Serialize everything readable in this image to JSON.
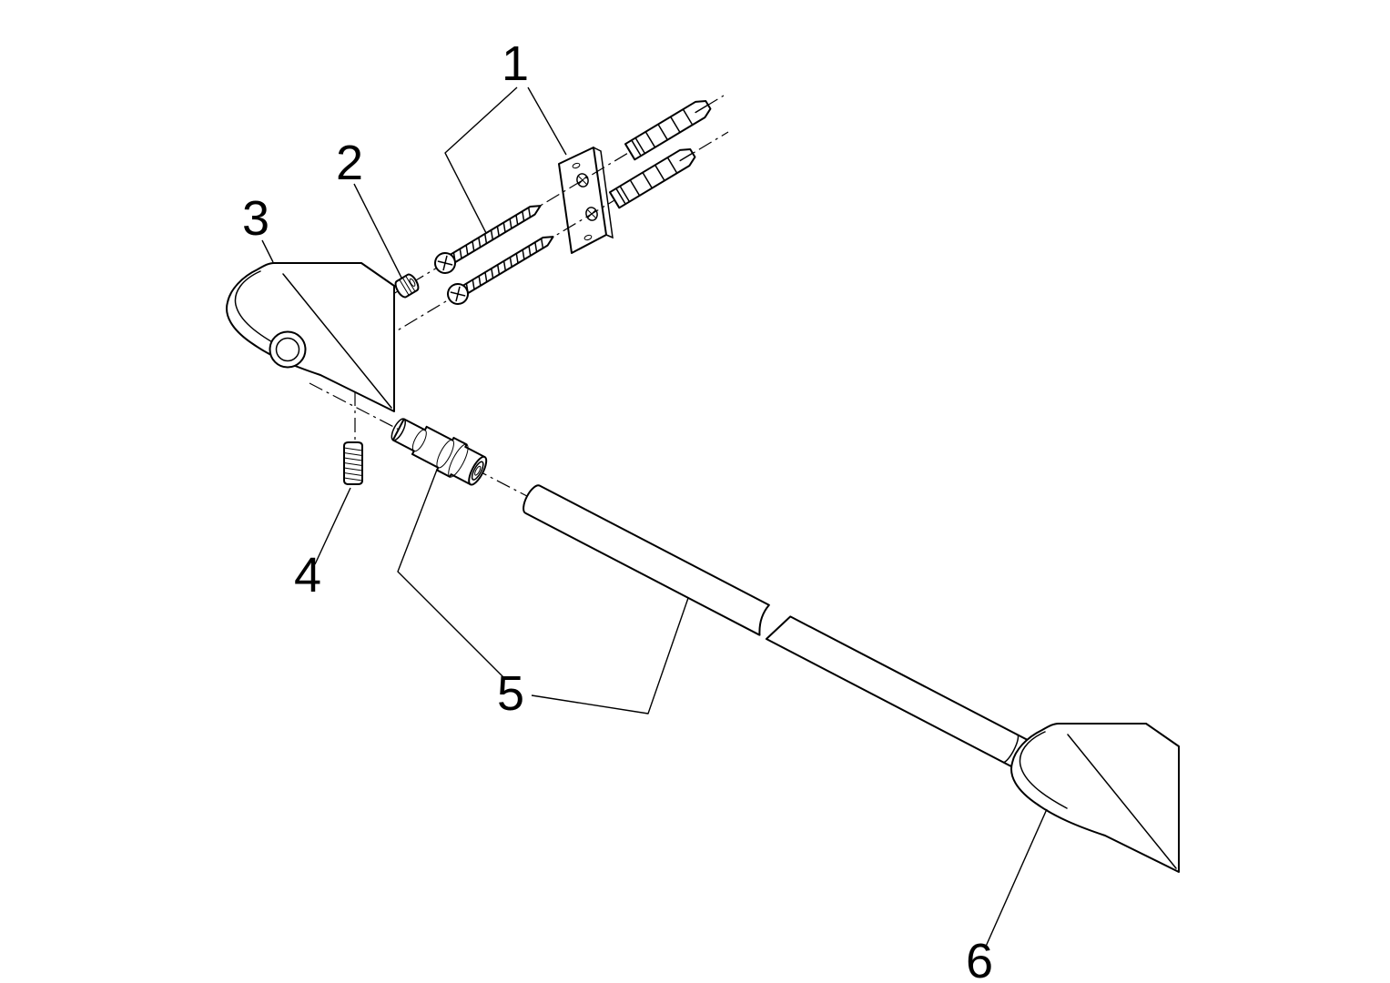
{
  "diagram": {
    "type": "exploded-assembly-diagram",
    "background_color": "#ffffff",
    "line_color": "#000000",
    "part_labels": [
      {
        "number": "1",
        "part": "mounting-plate-screws-and-wall-anchors"
      },
      {
        "number": "2",
        "part": "threaded-bushing"
      },
      {
        "number": "3",
        "part": "left-bracket-post"
      },
      {
        "number": "4",
        "part": "set-screw"
      },
      {
        "number": "5",
        "part": "adapter-and-bar"
      },
      {
        "number": "6",
        "part": "right-bracket-post"
      }
    ]
  }
}
